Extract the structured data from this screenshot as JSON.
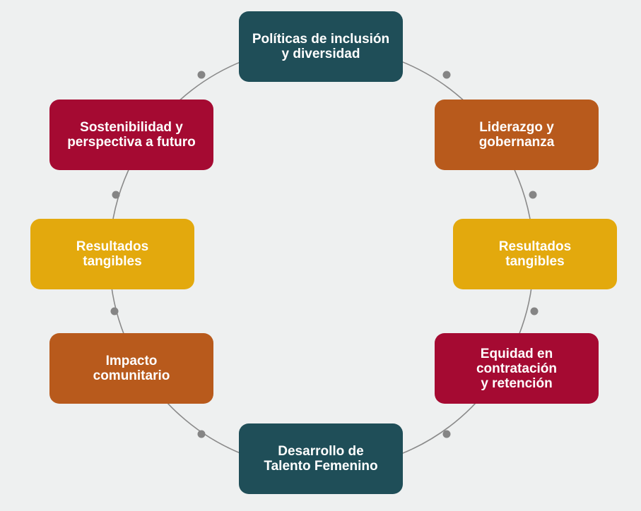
{
  "colors": {
    "background": "#eef0f0",
    "teal": "#1f4e58",
    "orange": "#b85a1c",
    "crimson": "#a50a32",
    "gold": "#e3a90d",
    "connector": "#8a8a8a",
    "connector_dot": "#858585"
  },
  "diagram": {
    "type": "cycle",
    "nodes": [
      {
        "id": "politicas",
        "label": "Políticas de inclusión\ny diversidad",
        "color": "#1f4e58"
      },
      {
        "id": "liderazgo",
        "label": "Liderazgo y\ngobernanza",
        "color": "#b85a1c"
      },
      {
        "id": "resultados-right",
        "label": "Resultados\ntangibles",
        "color": "#e3a90d"
      },
      {
        "id": "equidad",
        "label": "Equidad en\ncontratación\ny retención",
        "color": "#a50a32"
      },
      {
        "id": "desarrollo",
        "label": "Desarrollo de\nTalento Femenino",
        "color": "#1f4e58"
      },
      {
        "id": "impacto",
        "label": "Impacto\ncomunitario",
        "color": "#b85a1c"
      },
      {
        "id": "resultados-left",
        "label": "Resultados\ntangibles",
        "color": "#e3a90d"
      },
      {
        "id": "sostenibilidad",
        "label": "Sostenibilidad y\nperspectiva a futuro",
        "color": "#a50a32"
      }
    ]
  }
}
